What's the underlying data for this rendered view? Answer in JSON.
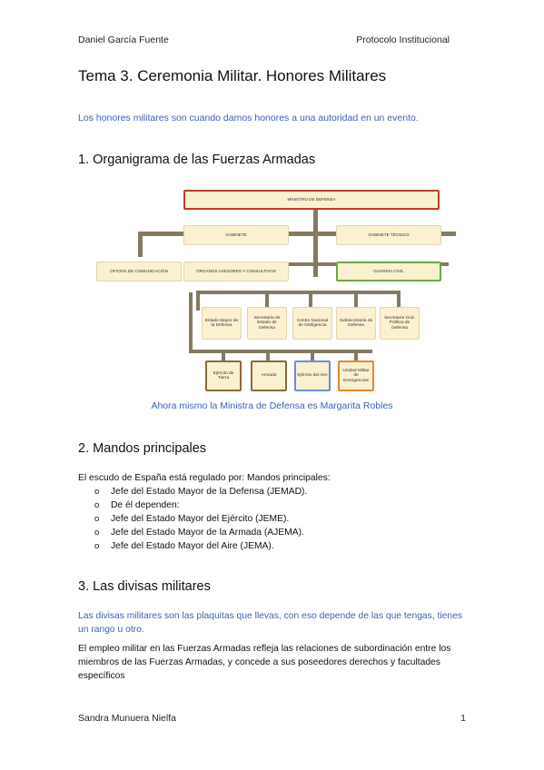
{
  "header": {
    "left": "Daniel García Fuente",
    "right": "Protocolo Institucional"
  },
  "title": "Tema 3. Ceremonia Militar. Honores Militares",
  "intro": "Los honores militares son cuando damos honores a una autoridad en un evento.",
  "section1": {
    "heading": "1. Organigrama de las Fuerzas Armadas",
    "org": {
      "top": "MINISTRO DE DEFENSA",
      "gabinete": "GABINETE",
      "gabinete_tecnico": "GABINETE TÉCNICO",
      "oficina": "OFICINA DE COMUNICACIÓN",
      "organos": "ÓRGANOS ASESORES Y CONSULTIVOS",
      "guardia": "GUARDIA CIVIL",
      "level3": [
        "Estado Mayor de la Defensa",
        "Secretaría de Estado de Defensa",
        "Centro Nacional de Inteligencia",
        "Subsecretaría de Defensa",
        "Secretaría Gral. Política de Defensa"
      ],
      "level4": [
        "Ejército de Tierra",
        "Armada",
        "Ejército del Aire",
        "Unidad Militar de Emergencias"
      ]
    },
    "caption": "Ahora mismo la Ministra de Defensa es Margarita Robles"
  },
  "section2": {
    "heading": "2. Mandos principales",
    "lead": "El escudo de España está regulado por: Mandos principales:",
    "items": [
      "Jefe del Estado Mayor de la Defensa (JEMAD).",
      "De él dependen:",
      "Jefe del Estado Mayor del Ejército (JEME).",
      "Jefe del Estado Mayor de la Armada (AJEMA).",
      "Jefe del Estado Mayor del Aire (JEMA)."
    ]
  },
  "section3": {
    "heading": "3. Las divisas militares",
    "blue_paragraph": "Las divisas militares son las plaquitas que llevas, con eso depende de las que tengas, tienes un rango u otro.",
    "paragraph": "El empleo militar en las Fuerzas Armadas refleja las relaciones de subordinación entre los miembros de las Fuerzas Armadas, y concede a sus poseedores derechos y facultades específicos"
  },
  "footer": {
    "left": "Sandra Munuera Nielfa",
    "page": "1"
  }
}
